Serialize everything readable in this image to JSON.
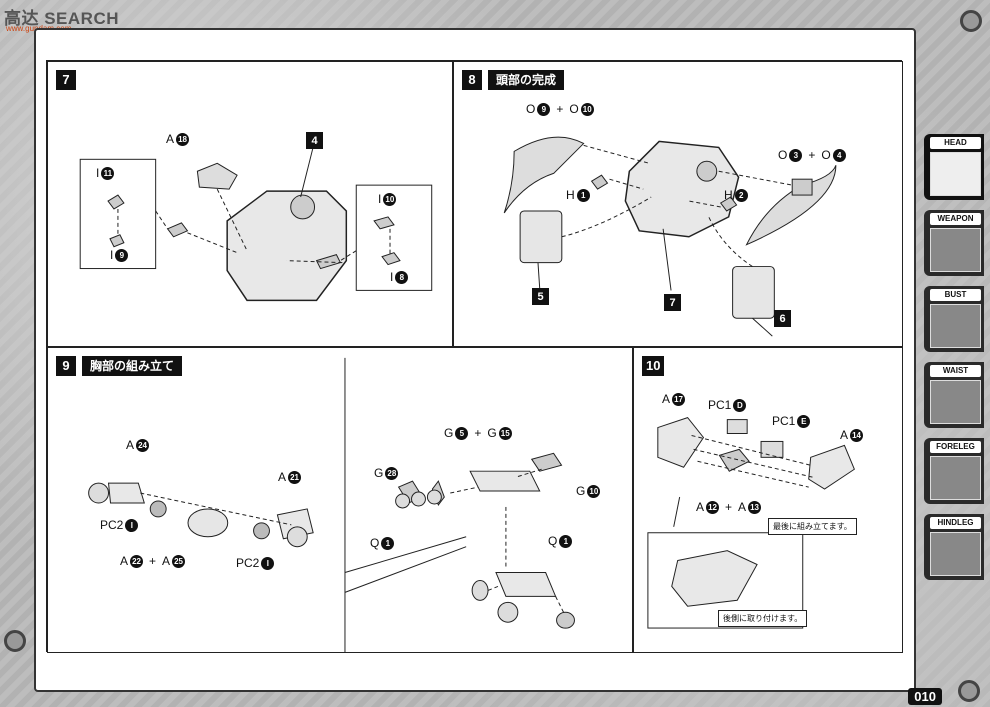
{
  "brand": {
    "logo_text": "高达 SEARCH",
    "logo_sub": "www.gundam.com"
  },
  "page_number": "010",
  "tabs": [
    {
      "label": "HEAD",
      "active": true
    },
    {
      "label": "WEAPON",
      "active": false
    },
    {
      "label": "BUST",
      "active": false
    },
    {
      "label": "WAIST",
      "active": false
    },
    {
      "label": "FORELEG",
      "active": false
    },
    {
      "label": "HINDLEG",
      "active": false
    }
  ],
  "step7": {
    "number": "7",
    "labels": {
      "a18": "A",
      "a18n": "18",
      "i11": "I",
      "i11n": "11",
      "i9": "I",
      "i9n": "9",
      "i10": "I",
      "i10n": "10",
      "i8": "I",
      "i8n": "8",
      "part4": "4"
    }
  },
  "step8": {
    "number": "8",
    "title": "頭部の完成",
    "labels": {
      "o9": "O",
      "o9n": "9",
      "plus1": "+",
      "o10": "O",
      "o10n": "10",
      "o3": "O",
      "o3n": "3",
      "plus2": "+",
      "o4": "O",
      "o4n": "4",
      "h1": "H",
      "h1n": "1",
      "h2": "H",
      "h2n": "2",
      "part5": "5",
      "part6": "6",
      "part7": "7"
    }
  },
  "step9": {
    "number": "9",
    "title": "胸部の組み立て",
    "labels": {
      "a24": "A",
      "a24n": "24",
      "a21": "A",
      "a21n": "21",
      "pc2a": "PC2",
      "pc2an": "I",
      "pc2b": "PC2",
      "pc2bn": "I",
      "a22": "A",
      "a22n": "22",
      "plus3": "+",
      "a25": "A",
      "a25n": "25",
      "g5": "G",
      "g5n": "5",
      "plus4": "+",
      "g15": "G",
      "g15n": "15",
      "g28": "G",
      "g28n": "28",
      "g10": "G",
      "g10n": "10",
      "q1a": "Q",
      "q1an": "1",
      "q1b": "Q",
      "q1bn": "1"
    }
  },
  "step10": {
    "number": "10",
    "labels": {
      "a17": "A",
      "a17n": "17",
      "pc1d": "PC1",
      "pc1dn": "D",
      "pc1e": "PC1",
      "pc1en": "E",
      "a14": "A",
      "a14n": "14",
      "a12": "A",
      "a12n": "12",
      "plus5": "+",
      "a13": "A",
      "a13n": "13"
    },
    "note_last": "最後に組み立てます。",
    "note_rear": "後側に取り付けます。"
  },
  "colors": {
    "ink": "#111111",
    "paper": "#ffffff",
    "frame": "#b8b8b8"
  }
}
